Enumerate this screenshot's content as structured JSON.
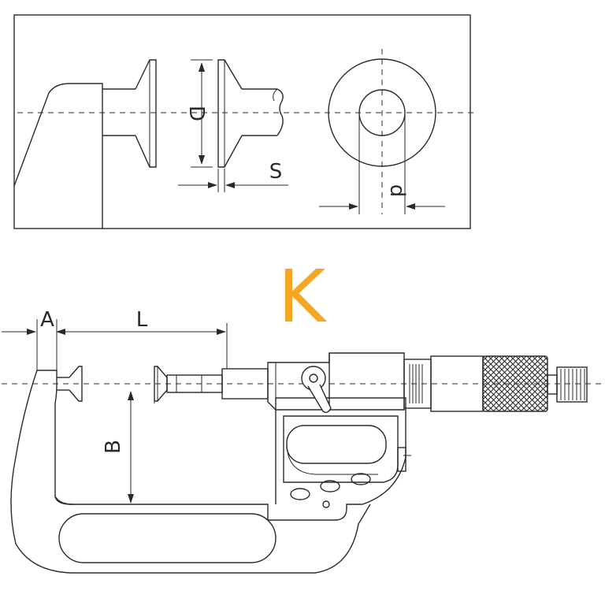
{
  "labels": {
    "model": "K",
    "dim_D": "D",
    "dim_S": "S",
    "dim_d": "d",
    "dim_A": "A",
    "dim_L": "L",
    "dim_B": "B"
  },
  "colors": {
    "model_letter": "#f5a623",
    "line": "#2a2a2a",
    "background": "#ffffff"
  }
}
